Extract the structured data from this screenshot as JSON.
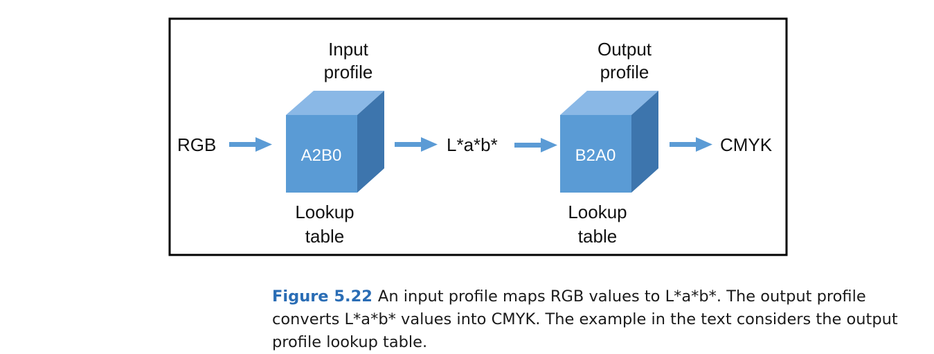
{
  "diagram": {
    "nodes": {
      "rgb": "RGB",
      "lab": "L*a*b*",
      "cmyk": "CMYK"
    },
    "input_cube": {
      "label": "A2B0",
      "top_label_line1": "Input",
      "top_label_line2": "profile",
      "bottom_label_line1": "Lookup",
      "bottom_label_line2": "table"
    },
    "output_cube": {
      "label": "B2A0",
      "top_label_line1": "Output",
      "top_label_line2": "profile",
      "bottom_label_line1": "Lookup",
      "bottom_label_line2": "table"
    },
    "colors": {
      "cube_front": "#5a9bd5",
      "cube_top": "#8ab8e6",
      "cube_side": "#3d75ad",
      "arrow": "#5b9bd5",
      "frame": "#000000"
    }
  },
  "caption": {
    "figure_number": "Figure 5.22",
    "text": "An input profile maps RGB values to L*a*b*. The output profile converts L*a*b* values into CMYK. The example in the text considers the output profile lookup table."
  }
}
